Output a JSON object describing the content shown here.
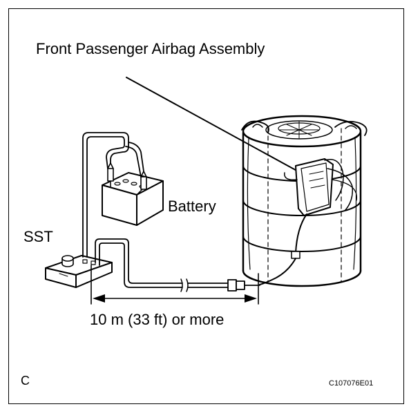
{
  "labels": {
    "title": "Front Passenger Airbag Assembly",
    "battery": "Battery",
    "sst": "SST",
    "distance": "10 m (33 ft) or more",
    "corner_letter": "C",
    "figure_code": "C107076E01"
  },
  "colors": {
    "line": "#000000",
    "background": "#ffffff"
  }
}
